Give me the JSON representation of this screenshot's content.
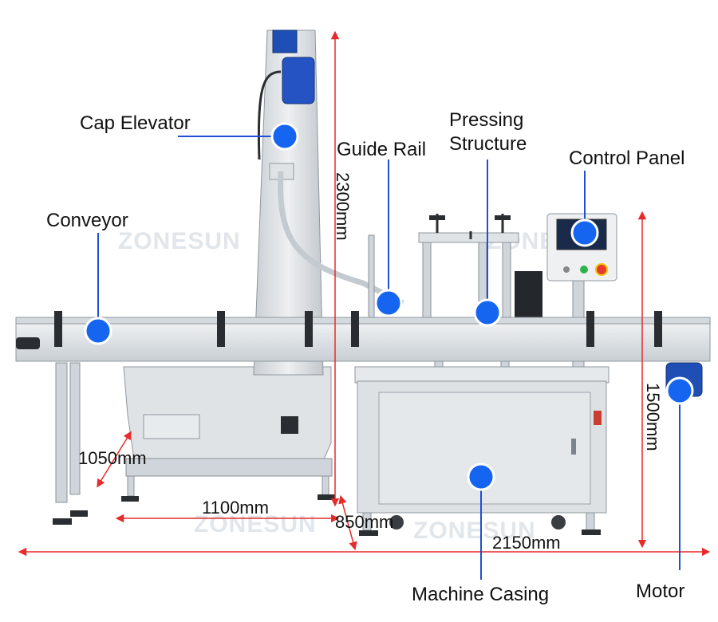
{
  "brand": {
    "watermark": "ZONESUN"
  },
  "callouts": [
    {
      "key": "cap_elevator",
      "label": "Cap Elevator"
    },
    {
      "key": "guide_rail",
      "label": "Guide Rail"
    },
    {
      "key": "pressing_structure",
      "label_line1": "Pressing",
      "label_line2": "Structure"
    },
    {
      "key": "control_panel",
      "label": "Control Panel"
    },
    {
      "key": "conveyor",
      "label": "Conveyor"
    },
    {
      "key": "machine_casing",
      "label": "Machine Casing"
    },
    {
      "key": "motor",
      "label": "Motor"
    }
  ],
  "dimensions": {
    "height_total": "2300mm",
    "height_conveyor": "1500mm",
    "depth_elevator": "1050mm",
    "width_elevator": "1100mm",
    "depth_casing": "850mm",
    "length_total": "2150mm"
  },
  "colors": {
    "callout_dot": "#1565f0",
    "leader_line": "#1f4fd6",
    "dimension_line": "#e52b2b",
    "motor": "#1f4fb5",
    "stop_button": "#e53a2f",
    "start_button": "#2eb34a"
  }
}
